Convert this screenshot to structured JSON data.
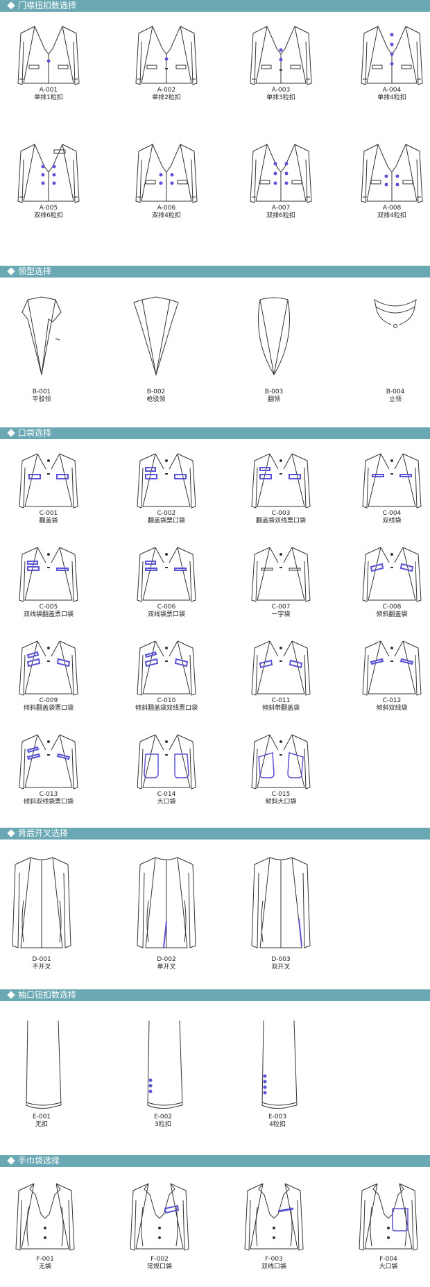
{
  "colors": {
    "header": "#6aa8b4",
    "accent": "#5b53d6",
    "line": "#333333"
  },
  "sections": [
    {
      "id": "placket",
      "title": "门襟扭扣数选择",
      "items": [
        {
          "code": "A-001",
          "name": "单排1粒扣",
          "icon": "jacket-front-icon"
        },
        {
          "code": "A-002",
          "name": "单排2粒扣",
          "icon": "jacket-front-icon"
        },
        {
          "code": "A-003",
          "name": "单排3粒扣",
          "icon": "jacket-front-icon"
        },
        {
          "code": "A-004",
          "name": "单排4粒扣",
          "icon": "jacket-front-icon"
        },
        {
          "code": "A-005",
          "name": "双排6粒扣",
          "icon": "jacket-front-icon"
        },
        {
          "code": "A-006",
          "name": "双排4粒扣",
          "icon": "jacket-front-icon"
        },
        {
          "code": "A-007",
          "name": "双排6粒扣",
          "icon": "jacket-front-icon"
        },
        {
          "code": "A-008",
          "name": "双排4粒扣",
          "icon": "jacket-front-icon"
        }
      ]
    },
    {
      "id": "lapel",
      "title": "领型选择",
      "items": [
        {
          "code": "B-001",
          "name": "平驳领",
          "icon": "lapel-icon"
        },
        {
          "code": "B-002",
          "name": "枪驳领",
          "icon": "lapel-icon"
        },
        {
          "code": "B-003",
          "name": "翻领",
          "icon": "lapel-icon"
        },
        {
          "code": "B-004",
          "name": "立领",
          "icon": "stand-collar-icon"
        }
      ]
    },
    {
      "id": "pocket",
      "title": "口袋选择",
      "items": [
        {
          "code": "C-001",
          "name": "翻盖袋",
          "icon": "pocket-icon"
        },
        {
          "code": "C-002",
          "name": "翻盖袋票口袋",
          "icon": "pocket-icon"
        },
        {
          "code": "C-003",
          "name": "翻盖袋双线票口袋",
          "icon": "pocket-icon"
        },
        {
          "code": "C-004",
          "name": "双线袋",
          "icon": "pocket-icon"
        },
        {
          "code": "C-005",
          "name": "双线袋翻盖票口袋",
          "icon": "pocket-icon"
        },
        {
          "code": "C-006",
          "name": "双线袋票口袋",
          "icon": "pocket-icon"
        },
        {
          "code": "C-007",
          "name": "一字袋",
          "icon": "pocket-icon"
        },
        {
          "code": "C-008",
          "name": "倾斜翻盖袋",
          "icon": "pocket-icon"
        },
        {
          "code": "C-009",
          "name": "倾斜翻盖袋票口袋",
          "icon": "pocket-icon"
        },
        {
          "code": "C-010",
          "name": "倾斜翻盖袋双线票口袋",
          "icon": "pocket-icon"
        },
        {
          "code": "C-011",
          "name": "倾斜带翻盖袋",
          "icon": "pocket-icon"
        },
        {
          "code": "C-012",
          "name": "倾斜双线袋",
          "icon": "pocket-icon"
        },
        {
          "code": "C-013",
          "name": "倾斜双线袋票口袋",
          "icon": "pocket-icon"
        },
        {
          "code": "C-014",
          "name": "大口袋",
          "icon": "pocket-icon"
        },
        {
          "code": "C-015",
          "name": "倾斜大口袋",
          "icon": "pocket-icon"
        }
      ]
    },
    {
      "id": "vent",
      "title": "背后开叉选择",
      "items": [
        {
          "code": "D-001",
          "name": "不开叉",
          "icon": "jacket-back-icon"
        },
        {
          "code": "D-002",
          "name": "单开叉",
          "icon": "jacket-back-icon"
        },
        {
          "code": "D-003",
          "name": "双开叉",
          "icon": "jacket-back-icon"
        }
      ]
    },
    {
      "id": "cuff",
      "title": "袖口钮扣数选择",
      "items": [
        {
          "code": "E-001",
          "name": "无扣",
          "icon": "sleeve-icon"
        },
        {
          "code": "E-002",
          "name": "3粒扣",
          "icon": "sleeve-icon"
        },
        {
          "code": "E-003",
          "name": "4粒扣",
          "icon": "sleeve-icon"
        }
      ]
    },
    {
      "id": "breast",
      "title": "手巾袋选择",
      "items": [
        {
          "code": "F-001",
          "name": "无袋",
          "icon": "jacket-front-icon"
        },
        {
          "code": "F-002",
          "name": "常规口袋",
          "icon": "jacket-front-icon"
        },
        {
          "code": "F-003",
          "name": "双线口袋",
          "icon": "jacket-front-icon"
        },
        {
          "code": "F-004",
          "name": "大口袋",
          "icon": "jacket-front-icon"
        }
      ]
    }
  ]
}
